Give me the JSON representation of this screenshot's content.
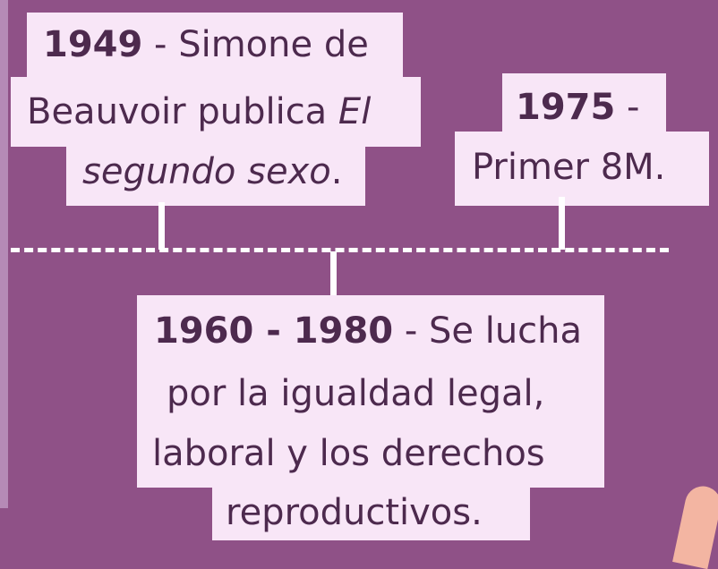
{
  "events": [
    {
      "year": "1949",
      "separator": " - ",
      "line1_rest": "Simone de",
      "line2_prefix": "Beauvoir publica ",
      "line2_italic": "El",
      "line3_italic": "segundo sexo",
      "line3_suffix": "."
    },
    {
      "year": "1975",
      "separator": " -",
      "line2": "Primer 8M."
    },
    {
      "year": "1960 - 1980",
      "separator": " - ",
      "line1_rest": "Se lucha",
      "line2": "por la igualdad legal,",
      "line3": "laboral y los derechos",
      "line4": "reproductivos."
    }
  ],
  "colors": {
    "background": "#8f5187",
    "card": "#f8e6f7",
    "text": "#4d2a4e",
    "timeline": "#ffffff",
    "left_strip": "#b58ab6"
  }
}
